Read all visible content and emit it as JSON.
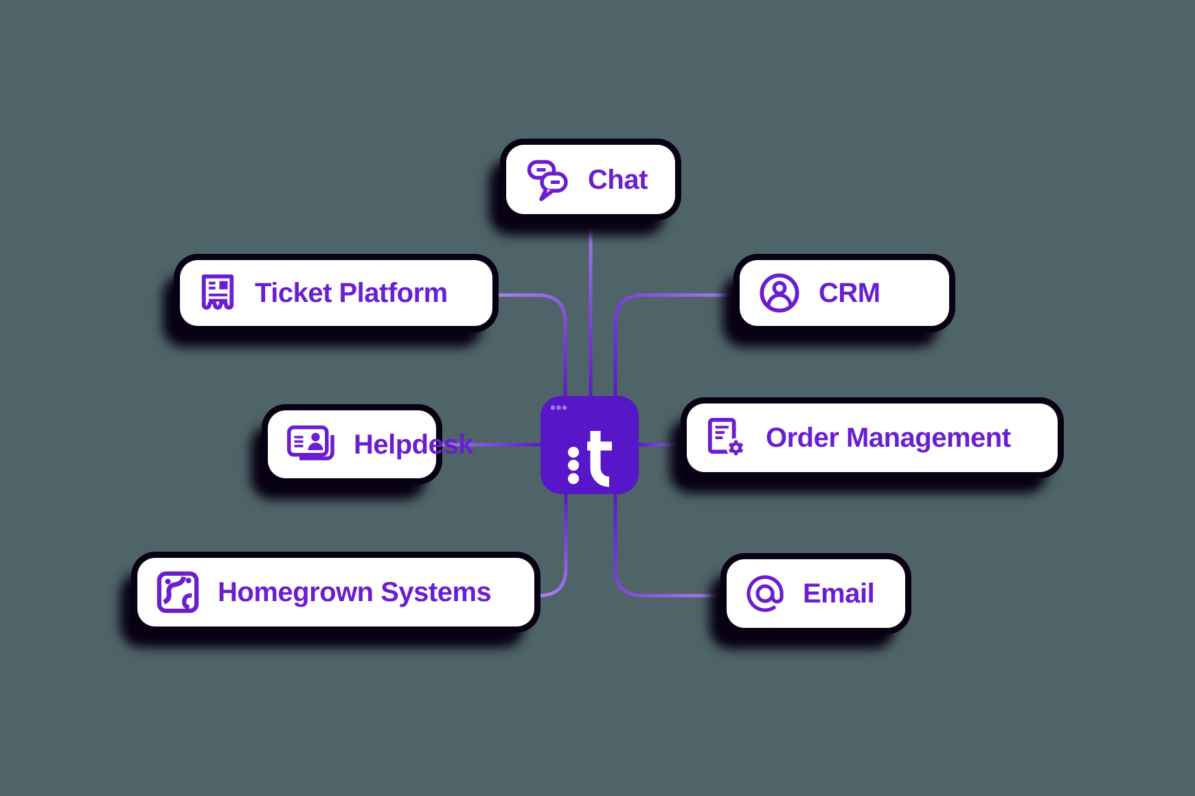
{
  "hub": {
    "logo_text": "t"
  },
  "nodes": [
    {
      "id": "chat",
      "label": "Chat",
      "icon": "chat-bubbles-icon"
    },
    {
      "id": "ticket-platform",
      "label": "Ticket Platform",
      "icon": "ticket-receipt-icon"
    },
    {
      "id": "helpdesk",
      "label": "Helpdesk",
      "icon": "user-circle-icon"
    },
    {
      "id": "crm",
      "label": "CRM",
      "icon": "contact-card-icon"
    },
    {
      "id": "order-management",
      "label": "Order Management",
      "icon": "document-gear-icon"
    },
    {
      "id": "homegrown-systems",
      "label": "Homegrown Systems",
      "icon": "custom-modules-icon"
    },
    {
      "id": "email",
      "label": "Email",
      "icon": "at-sign-icon"
    }
  ],
  "colors": {
    "background": "#4f6468",
    "card_background": "#ffffff",
    "card_shadow": "#070113",
    "hub_background": "#5716c8",
    "hub_logo": "#ffffff",
    "hub_window_dots": "#9b79e6",
    "label_text": "#6a1ed0",
    "icon": "#6a1ed0",
    "connector_light": "#a983ef",
    "connector_dark": "#5d17c9"
  }
}
